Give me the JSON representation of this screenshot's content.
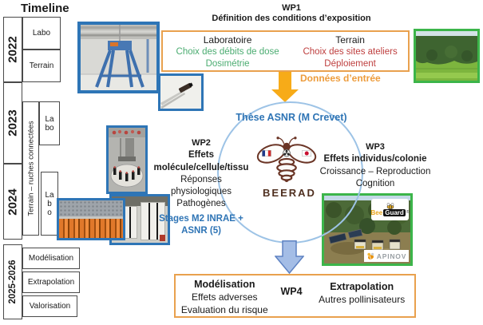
{
  "timeline": {
    "title": "Timeline",
    "span_label": "Terrain – ruches connectées",
    "years": [
      {
        "label": "2022",
        "rows": [
          "Labo",
          "Terrain"
        ]
      },
      {
        "label": "2023",
        "labo": "La bo"
      },
      {
        "label": "2024",
        "labo": "La b o"
      },
      {
        "label": "2025-2026",
        "rows": [
          "Modélisation",
          "Extrapolation",
          "Valorisation"
        ]
      }
    ]
  },
  "wp1": {
    "id": "WP1",
    "title": "Définition des conditions d’exposition",
    "lab": {
      "heading": "Laboratoire",
      "line1": "Choix des débits de dose",
      "line2": "Dosimétrie"
    },
    "field": {
      "heading": "Terrain",
      "line1": "Choix des sites ateliers",
      "line2": "Déploiement"
    },
    "arrow_label": "Données d’entrée"
  },
  "center": {
    "thesis": "Thèse ASNR (M Crevet)",
    "logo_text": "BEERAD"
  },
  "wp2": {
    "id": "WP2",
    "title_line1": "Effets",
    "title_line2": "molécule/cellule/tissu",
    "line1": "Réponses",
    "line2": "physiologiques",
    "line3": "Pathogènes",
    "highlight1": "Stages M2 INRAE +",
    "highlight2": "ASNR (5)"
  },
  "wp3": {
    "id": "WP3",
    "title": "Effets individus/colonie",
    "line1": "Croissance – Reproduction",
    "line2": "Cognition"
  },
  "wp4": {
    "id": "WP4",
    "left": {
      "heading": "Modélisation",
      "line1": "Effets adverses",
      "line2": "Evaluation du risque"
    },
    "right": {
      "heading": "Extrapolation",
      "line1": "Autres pollinisateurs"
    }
  },
  "logos": {
    "beeguard_bee": "Bee",
    "beeguard_guard": "Guard",
    "beeguard_reg": "®",
    "apinov": "APINOV"
  },
  "colors": {
    "orange_border": "#E9A14E",
    "green_border": "#3CB54A",
    "blue_border": "#2E75B6",
    "circle_border": "#9DC3E6",
    "blue_text": "#2E74B5",
    "green_text": "#4BAC71",
    "red_text": "#BE3E3E",
    "orange_text": "#ED9C3C",
    "arrow_orange": "#F7AB18",
    "arrow_blue": "#A4BDE6",
    "beerad_brown": "#4F2F1F"
  }
}
